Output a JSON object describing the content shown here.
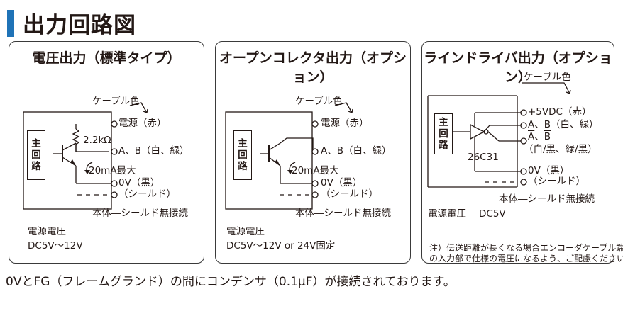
{
  "header": {
    "title": "出力回路図"
  },
  "panels": {
    "voltage": {
      "title": "電圧出力（標準タイプ）",
      "cable_color_label": "ケーブル色",
      "pin_power": "電源（赤）",
      "pin_ab": "A、B（白、緑）",
      "pin_0v": "0V（黒）",
      "pin_shield": "（シールド）",
      "resistor": "2.2kΩ",
      "current": "20mA最大",
      "main_circuit": [
        "主",
        "回",
        "路"
      ],
      "body_note": "本体―シールド無接続",
      "supply_label": "電源電圧",
      "supply_value": "DC5V～12V"
    },
    "open_collector": {
      "title": "オープンコレクタ出力（オプション）",
      "cable_color_label": "ケーブル色",
      "pin_power": "電源（赤）",
      "pin_ab": "A、B（白、緑）",
      "pin_0v": "0V（黒）",
      "pin_shield": "（シールド）",
      "current": "20mA最大",
      "main_circuit": [
        "主",
        "回",
        "路"
      ],
      "body_note": "本体―シールド無接続",
      "supply_label": "電源電圧",
      "supply_value": "DC5V～12V or 24V固定"
    },
    "line_driver": {
      "title": "ラインドライバ出力（オプション）",
      "cable_color_label": "ケーブル色",
      "pin_power": "+5VDC（赤）",
      "pin_ab": "A、B（白、緑）",
      "pin_ab_bar_a": "A",
      "pin_ab_bar_sep": "、",
      "pin_ab_bar_b": "B",
      "pin_ab_bar_colors": "（白/黒、緑/黒）",
      "pin_0v": "0V（黒）",
      "pin_shield": "（シールド）",
      "driver_ic": "26C31",
      "main_circuit": [
        "主",
        "回",
        "路"
      ],
      "body_note": "本体―シールド無接続",
      "supply_label": "電源電圧",
      "supply_value": "DC5V",
      "note_line1": "注）伝送距離が長くなる場合エンコーダケーブル端",
      "note_line2": "の入力部で仕様の電圧になるよう、ご配慮ください。"
    }
  },
  "footer": {
    "note": "0VとFG（フレームグランド）の間にコンデンサ（0.1μF）が接続されております。"
  }
}
